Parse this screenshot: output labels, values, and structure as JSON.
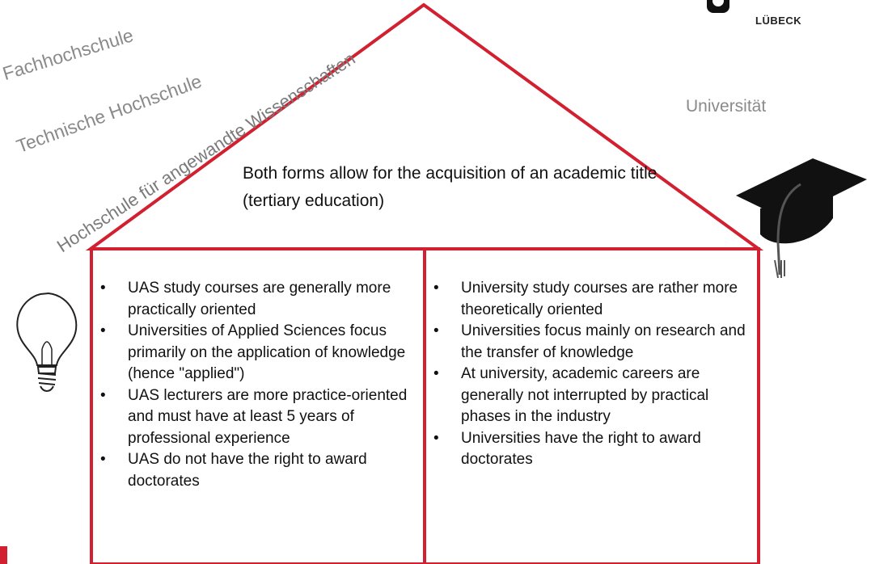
{
  "labels": {
    "fachhochschule": "Fachhochschule",
    "technische_hochschule": "Technische Hochschule",
    "hochschule_aw": "Hochschule für angewandte Wissenschaften",
    "universitaet": "Universität"
  },
  "logo": {
    "text": "LÜBECK"
  },
  "roof": {
    "text": "Both forms allow for the acquisition of an academic title (tertiary education)"
  },
  "left_column": {
    "items": [
      "UAS study courses are generally more practically oriented",
      "Universities of Applied Sciences focus primarily on the application of knowledge (hence \"applied\")",
      "UAS lecturers are more practice-oriented and must have at least 5 years of professional experience",
      "UAS do not have the right to award doctorates"
    ]
  },
  "right_column": {
    "items": [
      "University study courses are rather more theoretically oriented",
      "Universities focus mainly on research and the transfer of knowledge",
      "At university, academic careers are generally not interrupted by practical phases in the industry",
      "Universities have the right to award doctorates"
    ]
  },
  "colors": {
    "accent": "#d32030",
    "label_gray": "#8a8a8a"
  },
  "icons": {
    "left": "lightbulb-icon",
    "right": "graduation-cap-icon"
  }
}
